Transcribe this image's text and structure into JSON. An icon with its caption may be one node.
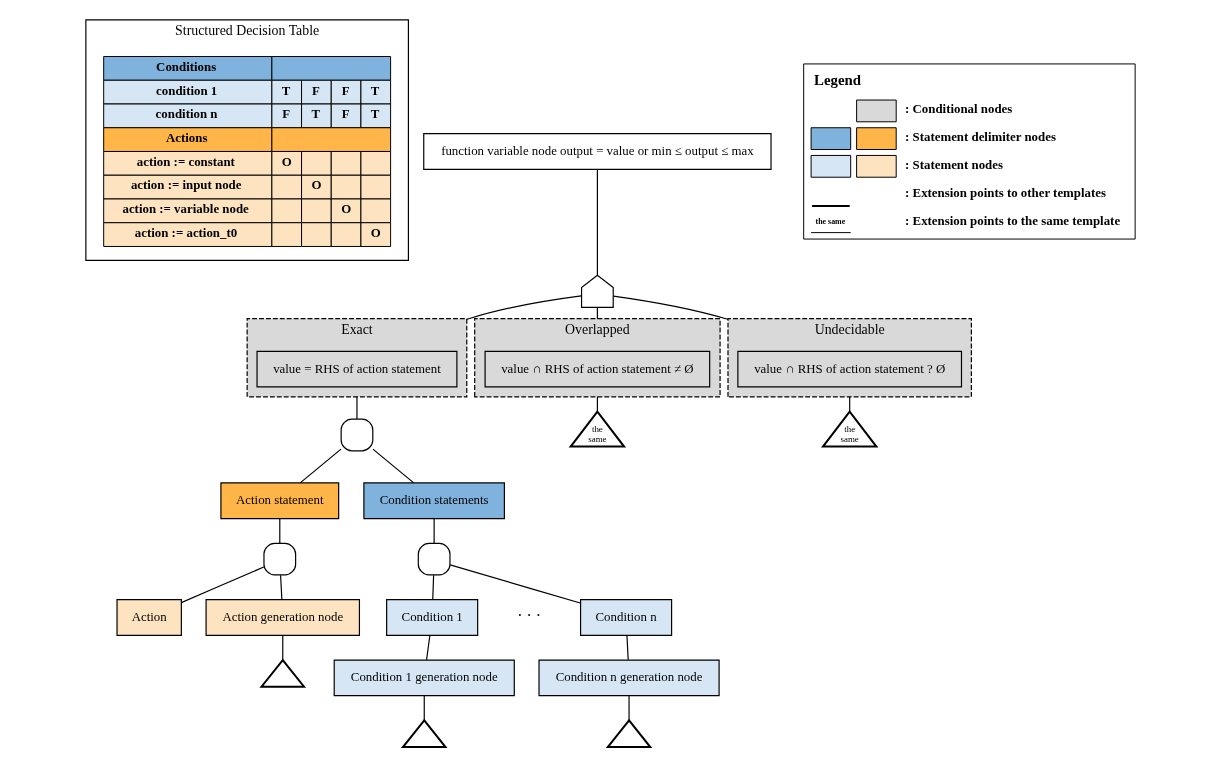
{
  "diagram": {
    "nodes": [
      {
        "text": [
          "Structured Decision Table"
        ]
      },
      {
        "text": [
          "function variable node output = value or min ≤ output ≤ max"
        ]
      },
      {
        "text": [],
        "shape": "gate"
      },
      {
        "text": [
          "Exact"
        ]
      },
      {
        "text": [
          "value = RHS of action statement"
        ],
        "in": 3
      },
      {
        "text": [
          "Overlapped"
        ]
      },
      {
        "text": [
          "value ∩ RHS of action statement ≠ Ø"
        ],
        "in": 5
      },
      {
        "text": [
          "Undecidable"
        ]
      },
      {
        "text": [
          "value ∩ RHS of action statement ? Ø"
        ],
        "in": 7
      },
      {
        "text": [
          "the same"
        ]
      },
      {
        "text": [
          "the same"
        ]
      },
      {
        "text": [],
        "shape": "gate"
      },
      {
        "text": [
          "Action statement"
        ]
      },
      {
        "text": [
          "Condition statements"
        ]
      },
      {
        "text": [],
        "shape": "gate"
      },
      {
        "text": [],
        "shape": "gate"
      },
      {
        "text": [
          "Action"
        ]
      },
      {
        "text": [
          "Action generation node"
        ]
      },
      {
        "text": [],
        "shape": "triangle"
      },
      {
        "text": [
          "Condition 1"
        ]
      },
      {
        "text": [
          "Condition n"
        ]
      },
      {
        "text": [
          "Condition 1 generation node"
        ]
      },
      {
        "text": [
          "Condition n generation node"
        ]
      },
      {
        "text": [],
        "shape": "triangle"
      },
      {
        "text": [],
        "shape": "triangle"
      }
    ],
    "edges": [
      {
        "from": 1,
        "to": 2,
        "arrow": "none"
      },
      {
        "from": 2,
        "to": 3,
        "arrow": "none"
      },
      {
        "from": 2,
        "to": 5,
        "arrow": "none"
      },
      {
        "from": 2,
        "to": 7,
        "arrow": "none"
      },
      {
        "from": 5,
        "to": 9,
        "arrow": "none"
      },
      {
        "from": 7,
        "to": 10,
        "arrow": "none"
      },
      {
        "from": 3,
        "to": 11,
        "arrow": "none"
      },
      {
        "from": 11,
        "to": 12,
        "arrow": "none"
      },
      {
        "from": 11,
        "to": 13,
        "arrow": "none"
      },
      {
        "from": 12,
        "to": 14,
        "arrow": "none"
      },
      {
        "from": 13,
        "to": 15,
        "arrow": "none"
      },
      {
        "from": 14,
        "to": 16,
        "arrow": "none"
      },
      {
        "from": 14,
        "to": 17,
        "arrow": "none"
      },
      {
        "from": 17,
        "to": 18,
        "arrow": "none"
      },
      {
        "from": 15,
        "to": 19,
        "arrow": "none"
      },
      {
        "from": 15,
        "to": 20,
        "arrow": "none"
      },
      {
        "from": 19,
        "to": 21,
        "arrow": "none"
      },
      {
        "from": 20,
        "to": 22,
        "arrow": "none"
      },
      {
        "from": 21,
        "to": 23,
        "arrow": "none"
      },
      {
        "from": 22,
        "to": 24,
        "arrow": "none"
      }
    ],
    "labels": [
      "Conditions",
      "condition 1",
      "T",
      "F",
      "F",
      "T",
      "condition n",
      "F",
      "T",
      "F",
      "T",
      "Actions",
      "action := constant",
      "O",
      "action := input node",
      "O",
      "action := variable node",
      "O",
      "action := action_t0",
      "O",
      "· · ·",
      "Legend",
      "the same"
    ],
    "legend": [
      {
        "text": ": Conditional nodes",
        "color": "#d9d9d9"
      },
      {
        "text": ": Statement delimiter nodes",
        "color": "#ffb547"
      },
      {
        "text": ": Statement nodes",
        "color": "#fde3c0"
      },
      {
        "text": ": Extension points to other templates"
      },
      {
        "text": ": Extension points to the same template"
      }
    ]
  }
}
